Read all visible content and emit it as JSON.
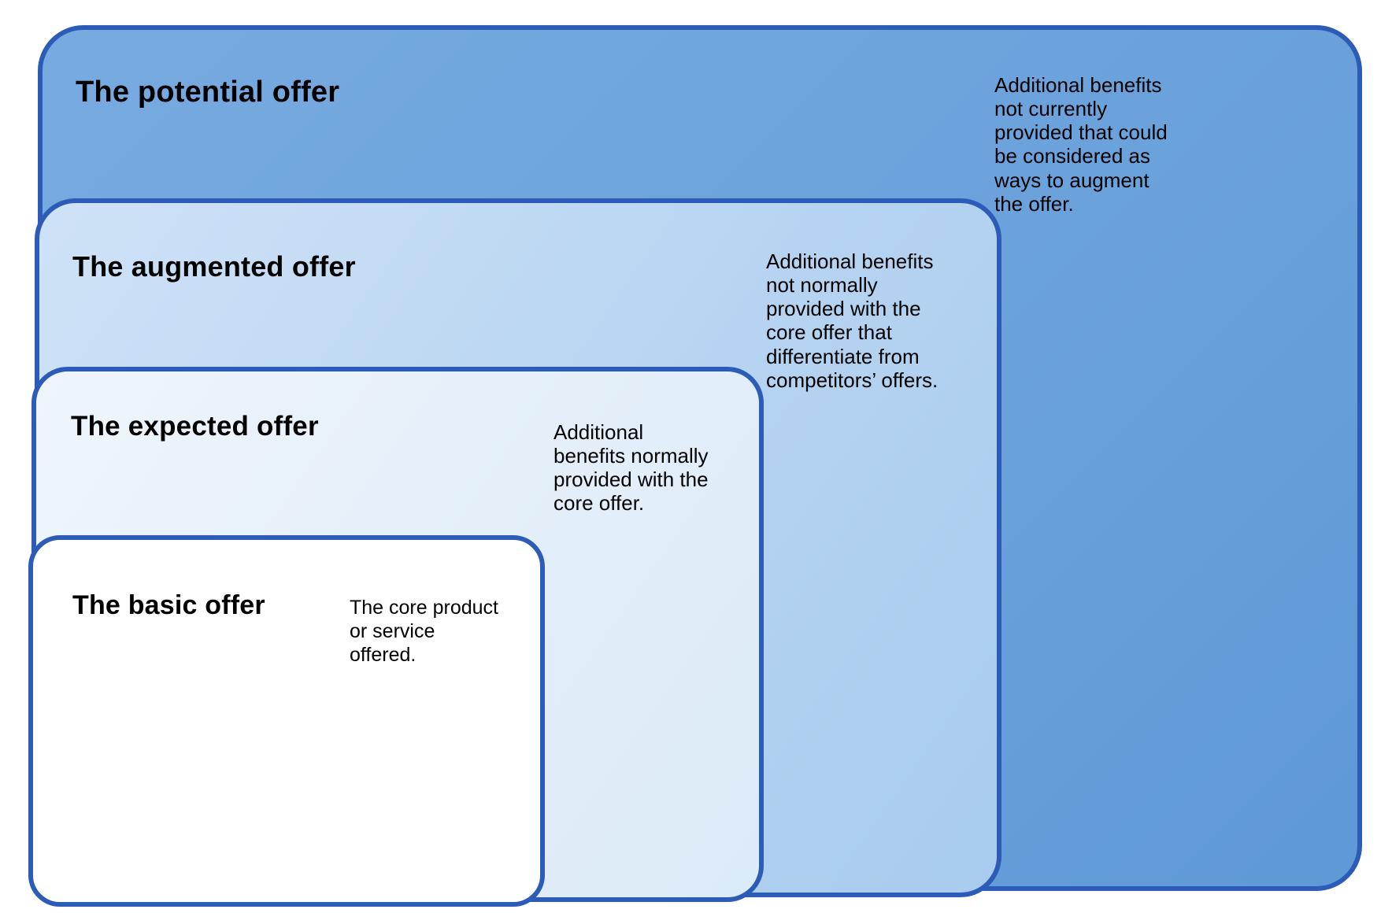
{
  "diagram": {
    "type": "nested-rings",
    "description": "Four concentric rounded rectangles representing levels of a product offer, from the innermost basic offer to the outermost potential offer.",
    "levels": [
      {
        "id": "potential",
        "title": "The potential offer",
        "description": "Additional benefits not currently provided that could be considered as ways to augment the offer.",
        "fill_color": "#6ba2db",
        "border_color": "#2c5cb8",
        "depth": 1
      },
      {
        "id": "augmented",
        "title": "The augmented offer",
        "description": "Additional benefits not normally provided with the core offer that differentiate from competitors’ offers.",
        "fill_color": "#b6d4f1",
        "border_color": "#2c5cb8",
        "depth": 2
      },
      {
        "id": "expected",
        "title": "The expected offer",
        "description": "Additional benefits normally provided with the core offer.",
        "fill_color": "#e2eef9",
        "border_color": "#2c5cb8",
        "depth": 3
      },
      {
        "id": "basic",
        "title": "The basic offer",
        "description": "The core product or service offered.",
        "fill_color": "#ffffff",
        "border_color": "#2c5cb8",
        "depth": 4
      }
    ]
  }
}
